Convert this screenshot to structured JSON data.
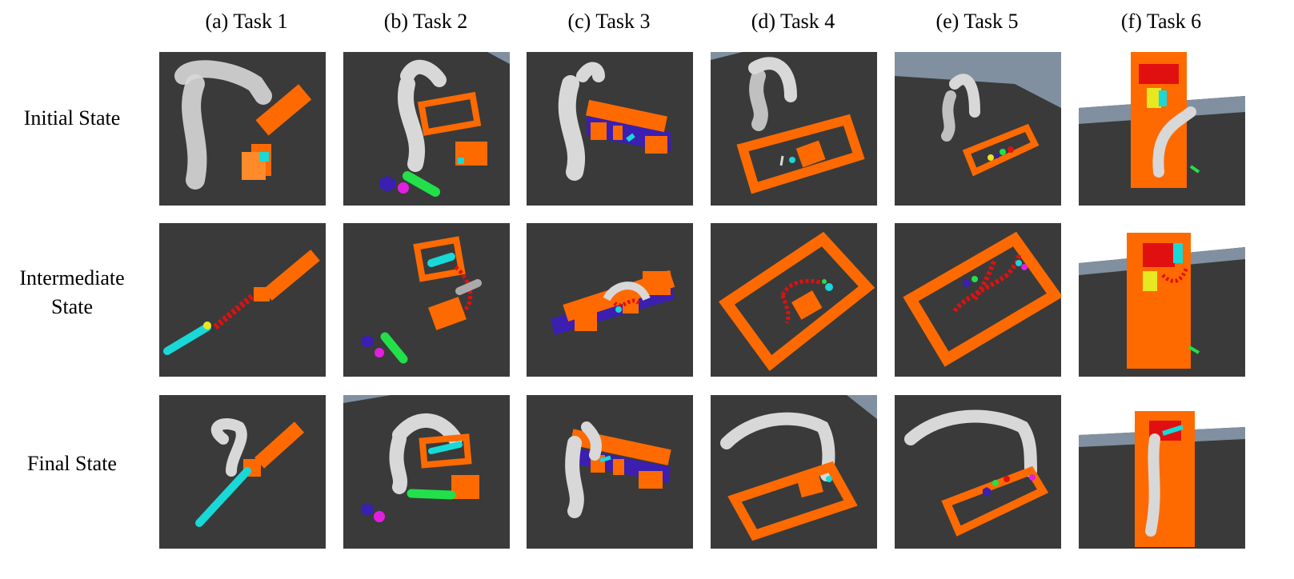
{
  "columns": [
    {
      "label": "(a) Task 1"
    },
    {
      "label": "(b) Task 2"
    },
    {
      "label": "(c) Task 3"
    },
    {
      "label": "(d) Task 4"
    },
    {
      "label": "(e) Task 5"
    },
    {
      "label": "(f) Task 6"
    }
  ],
  "rows": [
    {
      "label": "Initial State"
    },
    {
      "label_line1": "Intermediate",
      "label_line2": "State"
    },
    {
      "label": "Final State"
    }
  ],
  "colors": {
    "floor": "#3a3a3a",
    "orange": "#ff6a00",
    "cyan": "#19d8d8",
    "red": "#e01010",
    "green": "#22e04a",
    "purple": "#3a1fb0",
    "magenta": "#e020e0",
    "arm": "#d8d8d8",
    "sky": "#8090a0"
  }
}
